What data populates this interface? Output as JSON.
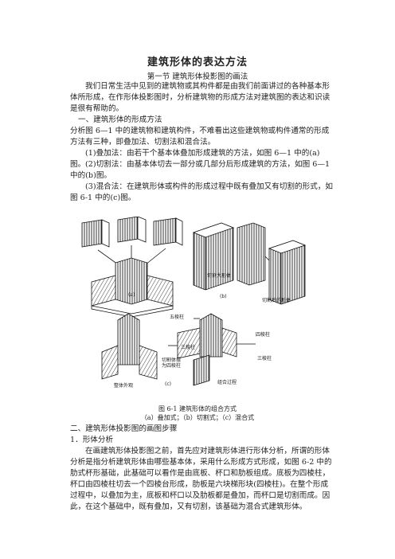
{
  "doc": {
    "title": "建筑形体的表达方法",
    "section_title": "第一节  建筑形体投影图的画法",
    "intro": "我们日常生活中见到的建筑物或其构件都是由我们前面讲过的各种基本形体所形成，在作形体投影图时，分析建筑物的形成方法对建筑图的表达和识读是很有帮助的。",
    "heading1": "一、建筑形体的形成方法",
    "p1": "分析图 6—1 中的建筑物和建筑构件，不难看出这些建筑物或构件通常的形成方法有三种，即叠加法、切割法和混合法。",
    "p2": "(1)叠加法：由若干个基本体叠加形成建筑的方法，如图 6—1 中的(a)图。",
    "p3": "(2)切割法：由基本体切去一部分或几部分后形成建筑的方法，如图 6—1 中的(b)图。",
    "p4": "(3)混合法：在建筑形体或构件的形成过程中既有叠加又有切割的形式，如图 6-1 中的(c)图。",
    "heading2": "二、建筑形体投影图的画图步骤",
    "heading3": "1．形体分析",
    "p5": "在画建筑形体投影图之前，首先应对建筑形体进行形体分析，所谓的形体分析是指分析建筑形体由哪些基本体，采用什么形成方式形成，如图 6-2 中的肋式杯形基础，此基础可以看作是由底板、杯口和肋板组成。底板为四棱柱，杯口由四棱柱切去一个四棱台形成，肋板是六块梯形块(四棱柱)。在整个形成过程中，以叠加为主，底板和杯口以及肋板都是叠加，而杯口是切割而成。因此，在这个基础中，既有叠加，又有切割，该基础为混合式建筑形体。"
  },
  "figure": {
    "label_a": "(a)",
    "label_b": "(b)",
    "label_c": "(c)",
    "cut_big": "切割大形体",
    "cut_after": "切割后的形体",
    "penta": "五棱柱",
    "tri_left": "三棱柱",
    "quad": "四棱柱",
    "tri_right": "三棱柱",
    "cut_sub_1": "切割体摆",
    "cut_sub_2": "为四棱柱",
    "whole": "整体外观",
    "combine": "组合过程",
    "caption": "图 6-1    建筑形体的组合方式",
    "caption_sub": "（a）叠加式；（b）切割式；（c）混合式"
  }
}
